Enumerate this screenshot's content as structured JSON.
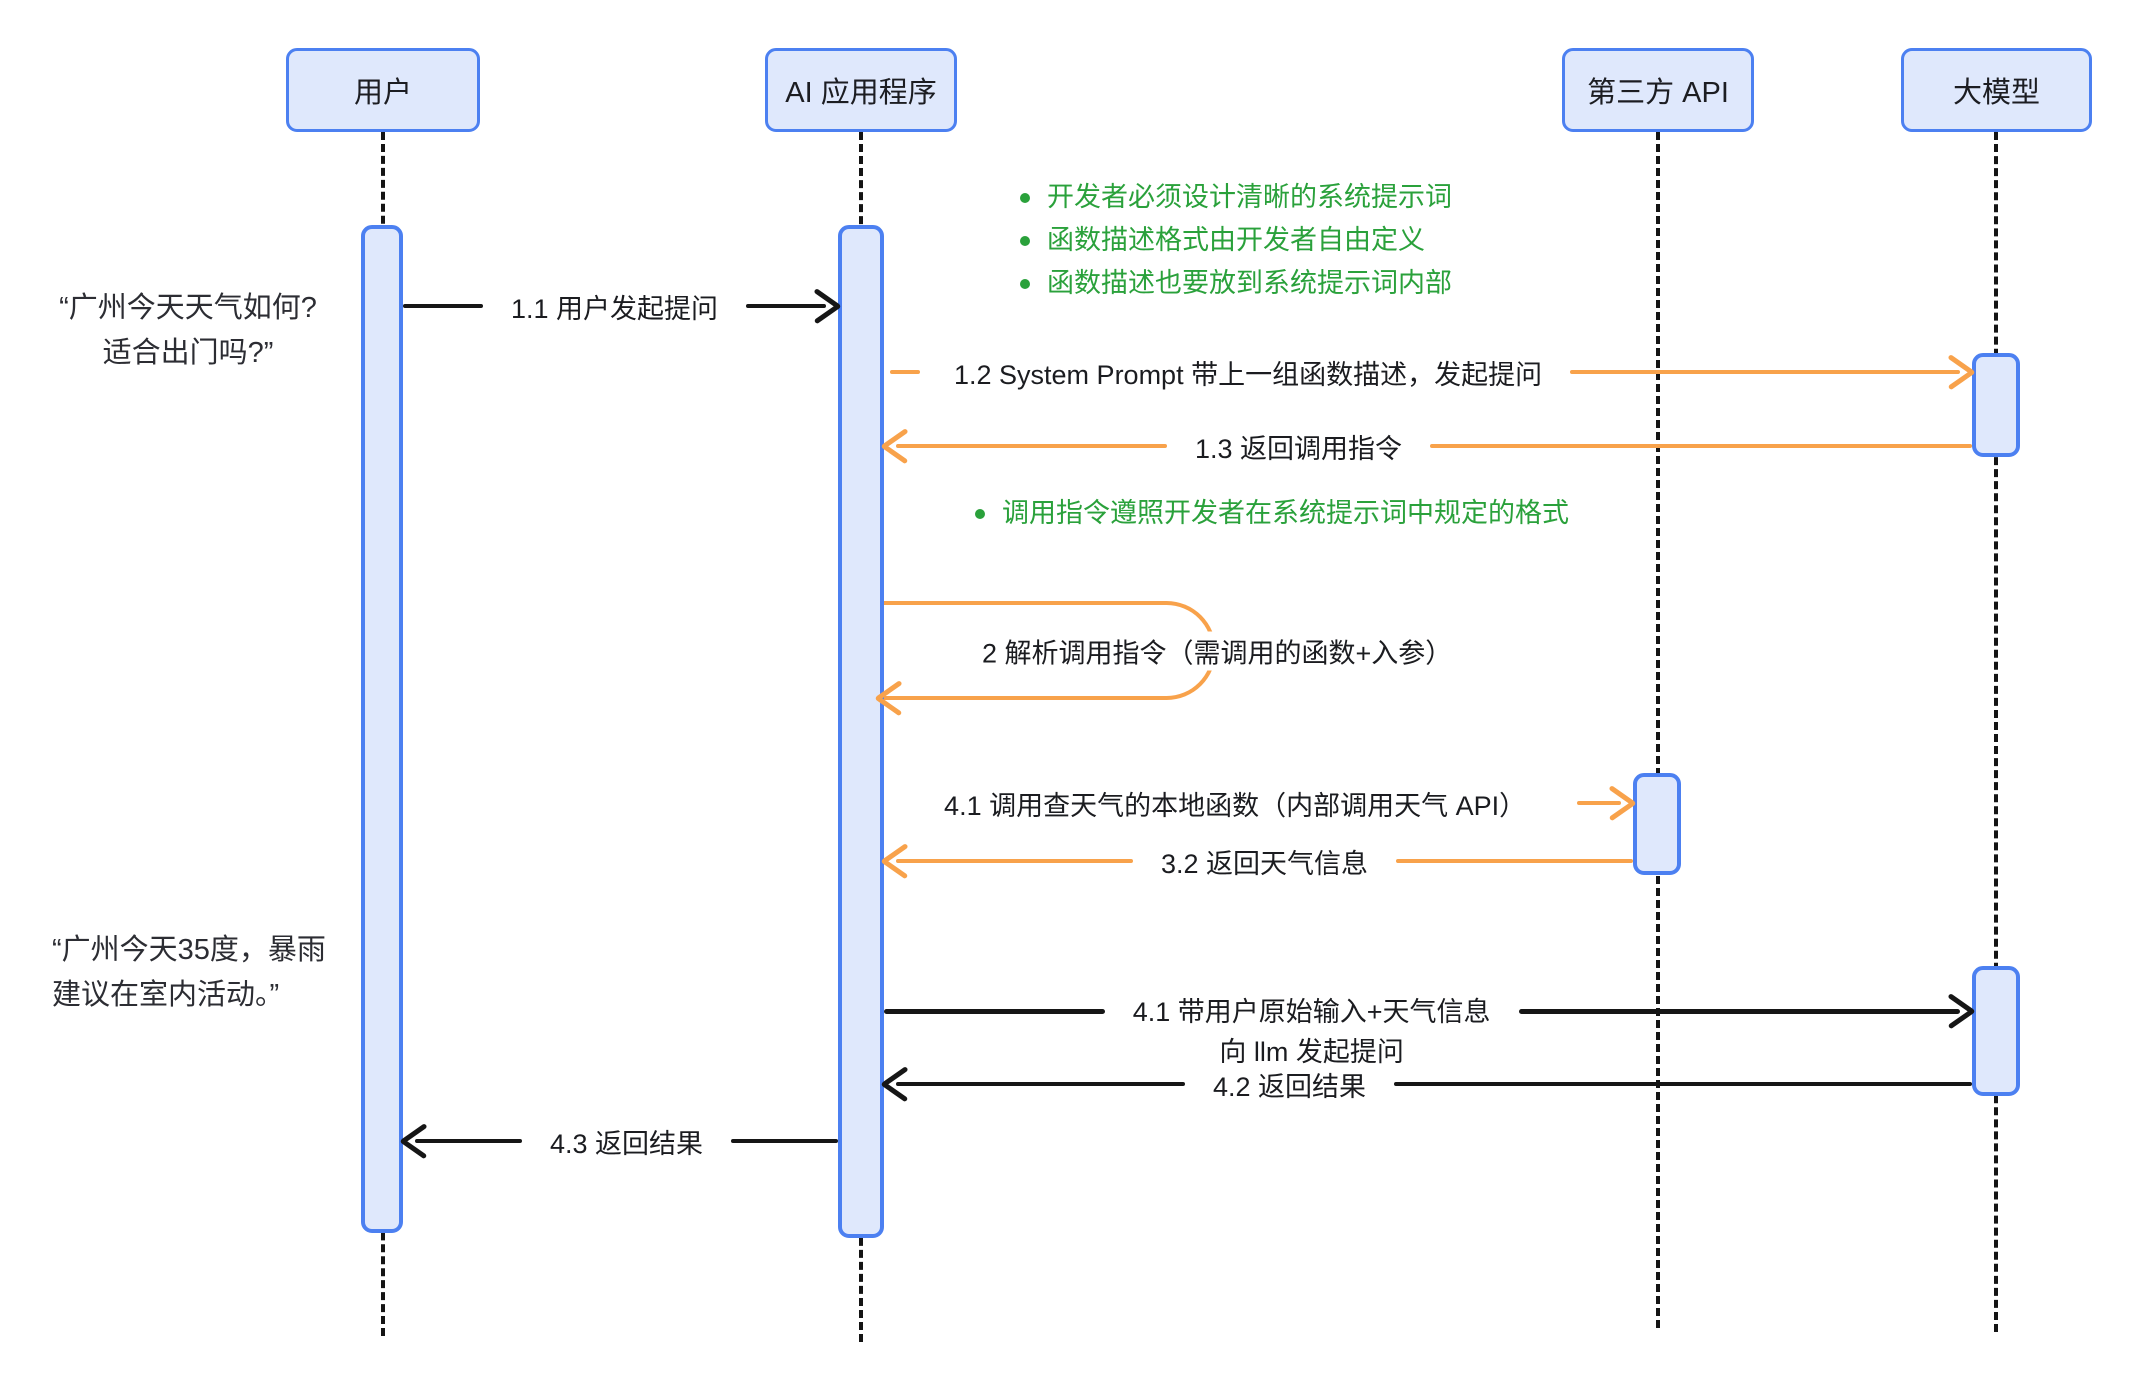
{
  "diagram": {
    "title": "AI function-calling sequence diagram",
    "actors": [
      {
        "id": "user",
        "label": "用户"
      },
      {
        "id": "ai-app",
        "label": "AI 应用程序"
      },
      {
        "id": "third-party-api",
        "label": "第三方 API"
      },
      {
        "id": "llm",
        "label": "大模型"
      }
    ],
    "annotations": [
      {
        "lines": [
          "“广州今天天气如何?",
          "适合出门吗?”"
        ]
      },
      {
        "lines": [
          "“广州今天35度，暴雨",
          "建议在室内活动。”"
        ]
      }
    ],
    "notes": [
      "开发者必须设计清晰的系统提示词",
      "函数描述格式由开发者自由定义",
      "函数描述也要放到系统提示词内部",
      "调用指令遵照开发者在系统提示词中规定的格式"
    ],
    "messages": [
      {
        "id": "1.1",
        "label": "1.1 用户发起提问",
        "from": "user",
        "to": "ai-app",
        "color": "black"
      },
      {
        "id": "1.2",
        "label": "1.2 System Prompt 带上一组函数描述，发起提问",
        "from": "ai-app",
        "to": "llm",
        "color": "orange"
      },
      {
        "id": "1.3",
        "label": "1.3 返回调用指令",
        "from": "llm",
        "to": "ai-app",
        "color": "orange"
      },
      {
        "id": "2",
        "label": "2 解析调用指令（需调用的函数+入参）",
        "from": "ai-app",
        "to": "ai-app",
        "color": "orange",
        "self": true
      },
      {
        "id": "4.1-local",
        "label": "4.1 调用查天气的本地函数（内部调用天气 API）",
        "from": "ai-app",
        "to": "third-party-api",
        "color": "orange"
      },
      {
        "id": "3.2",
        "label": "3.2 返回天气信息",
        "from": "third-party-api",
        "to": "ai-app",
        "color": "orange"
      },
      {
        "id": "4.1-llm",
        "label": "4.1 带用户原始输入+天气信息",
        "label2": "向 llm 发起提问",
        "from": "ai-app",
        "to": "llm",
        "color": "black"
      },
      {
        "id": "4.2",
        "label": "4.2 返回结果",
        "from": "llm",
        "to": "ai-app",
        "color": "black"
      },
      {
        "id": "4.3",
        "label": "4.3 返回结果",
        "from": "ai-app",
        "to": "user",
        "color": "black"
      }
    ],
    "colors": {
      "actor_border": "#4c80f1",
      "actor_fill": "#dfe8fc",
      "arrow_orange": "#f8a24b",
      "note_green": "#2aa13b",
      "arrow_black": "#161616"
    }
  }
}
